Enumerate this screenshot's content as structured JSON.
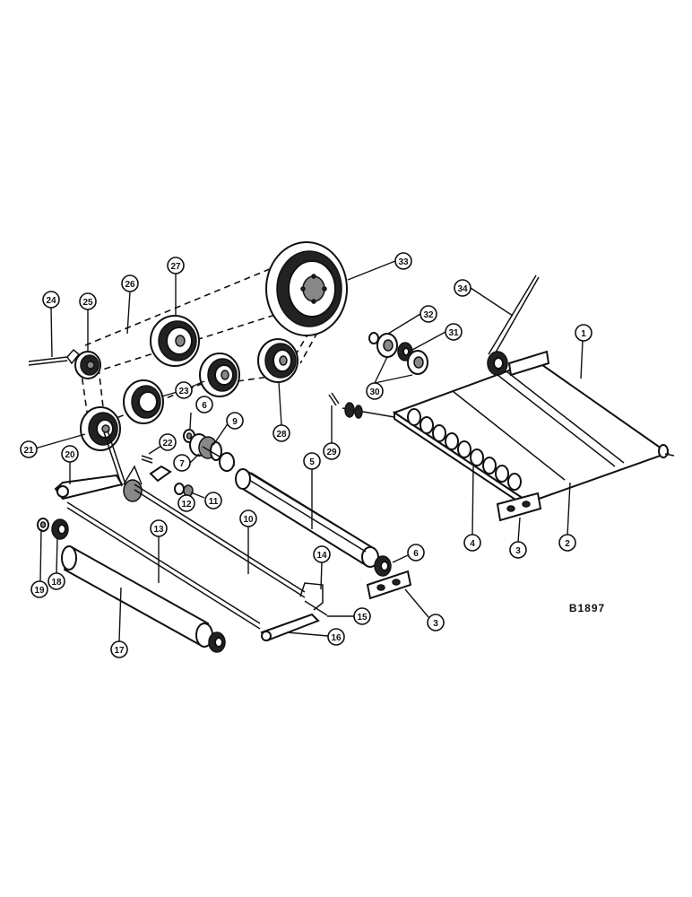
{
  "figure": {
    "reference_code": "B1897"
  },
  "callouts": [
    {
      "id": "c1",
      "label": "1"
    },
    {
      "id": "c2",
      "label": "2"
    },
    {
      "id": "c3a",
      "label": "3"
    },
    {
      "id": "c3b",
      "label": "3"
    },
    {
      "id": "c4",
      "label": "4"
    },
    {
      "id": "c5",
      "label": "5"
    },
    {
      "id": "c6a",
      "label": "6"
    },
    {
      "id": "c6b",
      "label": "6"
    },
    {
      "id": "c7",
      "label": "7"
    },
    {
      "id": "c9",
      "label": "9"
    },
    {
      "id": "c10",
      "label": "10"
    },
    {
      "id": "c11",
      "label": "11"
    },
    {
      "id": "c12",
      "label": "12"
    },
    {
      "id": "c13",
      "label": "13"
    },
    {
      "id": "c14",
      "label": "14"
    },
    {
      "id": "c15",
      "label": "15"
    },
    {
      "id": "c16",
      "label": "16"
    },
    {
      "id": "c17",
      "label": "17"
    },
    {
      "id": "c18",
      "label": "18"
    },
    {
      "id": "c19",
      "label": "19"
    },
    {
      "id": "c20",
      "label": "20"
    },
    {
      "id": "c21",
      "label": "21"
    },
    {
      "id": "c22",
      "label": "22"
    },
    {
      "id": "c23",
      "label": "23"
    },
    {
      "id": "c24",
      "label": "24"
    },
    {
      "id": "c25",
      "label": "25"
    },
    {
      "id": "c26",
      "label": "26"
    },
    {
      "id": "c27",
      "label": "27"
    },
    {
      "id": "c28",
      "label": "28"
    },
    {
      "id": "c29",
      "label": "29"
    },
    {
      "id": "c30",
      "label": "30"
    },
    {
      "id": "c31",
      "label": "31"
    },
    {
      "id": "c32",
      "label": "32"
    },
    {
      "id": "c33",
      "label": "33"
    },
    {
      "id": "c34",
      "label": "34"
    }
  ]
}
